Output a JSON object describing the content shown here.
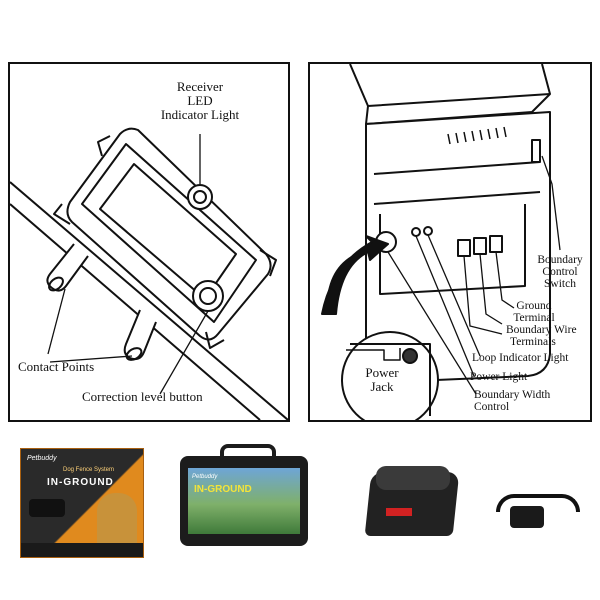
{
  "left_diagram": {
    "receiver_led_label_lines": [
      "Receiver",
      "LED",
      "Indicator Light"
    ],
    "contact_points_label": "Contact Points",
    "correction_level_label": "Correction level button"
  },
  "right_diagram": {
    "boundary_control_switch_lines": [
      "Boundary",
      "Control",
      "Switch"
    ],
    "ground_terminal_lines": [
      "Ground",
      "Terminal"
    ],
    "boundary_wire_terminals_lines": [
      "Boundary Wire",
      "Terminals"
    ],
    "loop_indicator_light_label": "Loop Indicator Light",
    "power_light_label": "Power Light",
    "boundary_width_control_lines": [
      "Boundary Width",
      "Control"
    ],
    "power_jack_lines": [
      "Power",
      "Jack"
    ]
  },
  "products": {
    "box_brand": "Petbuddy",
    "box_subtitle": "Dog Fence System",
    "box_title": "IN-GROUND",
    "case_brand": "Petbuddy",
    "case_title": "IN-GROUND"
  },
  "colors": {
    "line": "#111111",
    "box_orange": "#e08a1e",
    "box_dark": "#2a2a2a",
    "case_black": "#1c1c1c",
    "case_green": "#3f7a3a",
    "transmitter_black": "#222222",
    "led_red": "#d22222"
  }
}
